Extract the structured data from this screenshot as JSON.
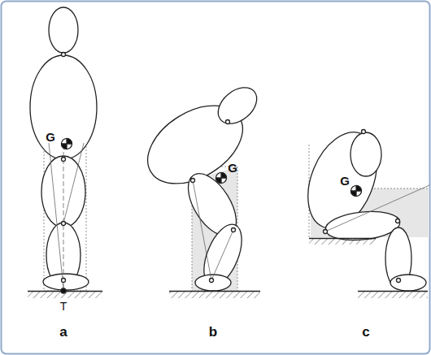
{
  "diagram": {
    "labels": [
      "G",
      "T",
      "G",
      "G",
      "a",
      "b",
      "c"
    ]
  }
}
